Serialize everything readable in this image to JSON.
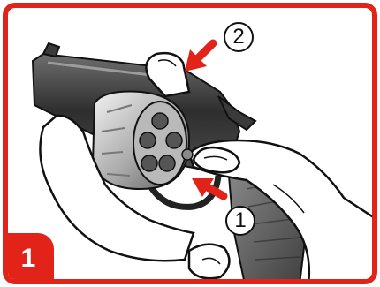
{
  "step": {
    "number": "1"
  },
  "callouts": [
    {
      "label": "1"
    },
    {
      "label": "2"
    }
  ],
  "colors": {
    "accent": "#e2231a",
    "outline": "#111111",
    "metal_light": "#cfcfcf",
    "metal_dark": "#3a3a3a",
    "grip": "#5a5a5a",
    "skin": "#ffffff"
  },
  "icons": {
    "arrow_1": "arrow-up-left-icon",
    "arrow_2": "arrow-down-left-icon"
  }
}
